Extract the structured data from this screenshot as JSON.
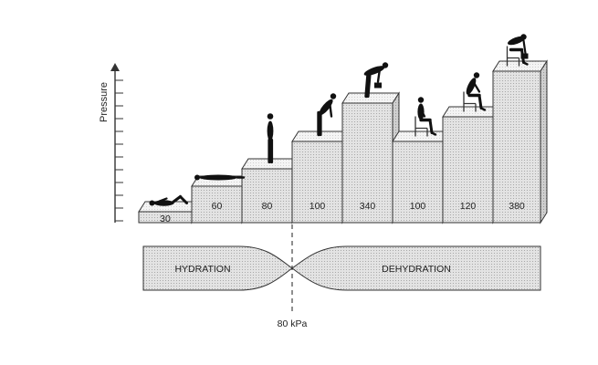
{
  "axis": {
    "label": "Pressure"
  },
  "chart_data": {
    "type": "bar",
    "categories": [
      "lying supine",
      "lying on side",
      "standing",
      "bending forward",
      "bending forward lifting weight",
      "sitting upright",
      "sitting bent forward",
      "sitting bent forward lifting weight"
    ],
    "values": [
      30,
      60,
      80,
      100,
      340,
      100,
      120,
      380
    ],
    "value_labels": [
      "30",
      "60",
      "80",
      "100",
      "340",
      "100",
      "120",
      "380"
    ],
    "threshold_label": "80 kPa",
    "hydration_label": "HYDRATION",
    "dehydration_label": "DEHYDRATION"
  },
  "figure_icons": [
    "person-lying-supine-icon",
    "person-lying-side-icon",
    "person-standing-icon",
    "person-bending-icon",
    "person-lifting-icon",
    "person-sitting-icon",
    "person-sitting-bent-icon",
    "person-sitting-lifting-icon"
  ],
  "colors": {
    "block_face": "#dcdcdc",
    "block_top": "#f3f3f3",
    "block_side": "#bdbdbd",
    "outline": "#333333",
    "figure": "#111111"
  }
}
